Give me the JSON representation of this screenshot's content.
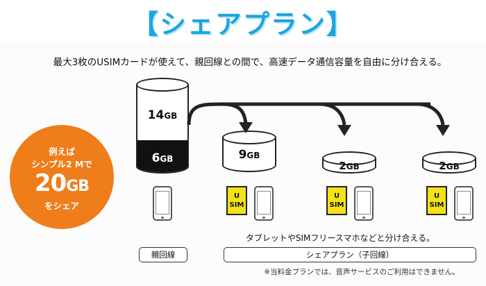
{
  "title": "【シェアプラン】",
  "lead": "最大3枚のUSIMカードが使えて、親回線との間で、高速データ通信容量を自由に分け合える。",
  "promo": {
    "line1": "例えば",
    "line2": "シンプル2 Mで",
    "amount": "20",
    "unit": "GB",
    "line3": "をシェア"
  },
  "parent": {
    "upper_value": "14",
    "upper_unit": "GB",
    "lower_value": "6",
    "lower_unit": "GB"
  },
  "children": [
    {
      "value": "9",
      "unit": "GB",
      "sim_u": "U",
      "sim_s": "SIM"
    },
    {
      "value": "2",
      "unit": "GB",
      "sim_u": "U",
      "sim_s": "SIM"
    },
    {
      "value": "2",
      "unit": "GB",
      "sim_u": "U",
      "sim_s": "SIM"
    }
  ],
  "caption": "タブレットやSIMフリースマホなどと分け合える。",
  "labels": {
    "parent_line": "親回線",
    "child_line": "シェアプラン（子回線）"
  },
  "note": "※当料金プランでは、音声サービスのご利用はできません。",
  "colors": {
    "title": "#1ea4e0",
    "promo": "#ee7d1a",
    "sim": "#f3e21a"
  }
}
